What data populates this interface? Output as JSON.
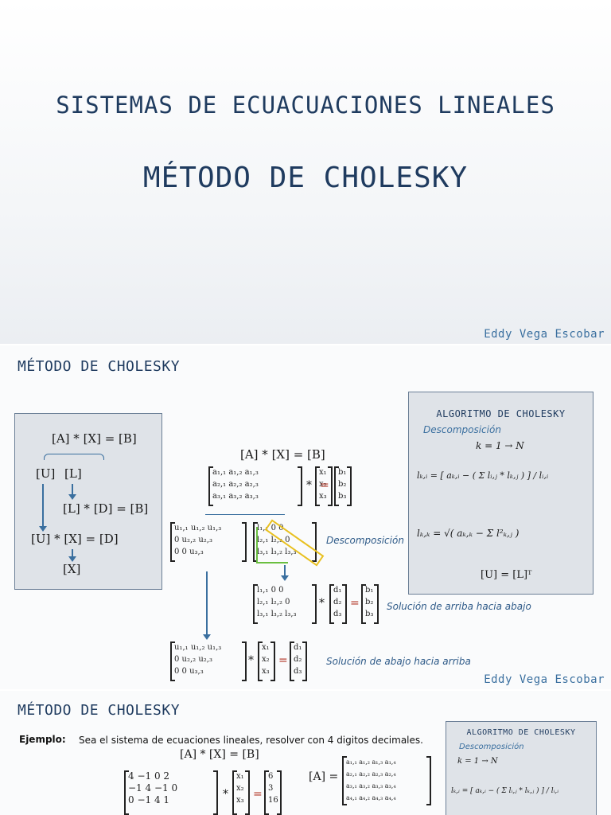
{
  "slide1": {
    "title": "SISTEMAS DE ECUACUACIONES LINEALES",
    "subtitle": "MÉTODO DE CHOLESKY",
    "author": "Eddy Vega Escobar"
  },
  "slide2": {
    "title": "MÉTODO DE CHOLESKY",
    "author": "Eddy Vega Escobar",
    "flow": {
      "eq1": "[A] * [X] = [B]",
      "u": "[U]",
      "l": "[L]",
      "eq2": "[L] * [D] = [B]",
      "eq3": "[U] * [X] = [D]",
      "x": "[X]"
    },
    "center": {
      "eq": "[A] * [X] = [B]",
      "matA": [
        "a₁,₁ a₁,₂ a₁,₃",
        "a₂,₁ a₂,₂ a₂,₃",
        "a₃,₁ a₃,₂ a₃,₃"
      ],
      "vecX": [
        "x₁",
        "x₂",
        "x₃"
      ],
      "vecB": [
        "b₁",
        "b₂",
        "b₃"
      ],
      "matU": [
        "u₁,₁ u₁,₂ u₁,₃",
        "0 u₂,₂ u₂,₃",
        "0 0 u₃,₃"
      ],
      "matL": [
        "l₁,₁ 0 0",
        "l₂,₁ l₂,₂ 0",
        "l₃,₁ l₃,₂ l₃,₃"
      ],
      "vecD": [
        "d₁",
        "d₂",
        "d₃"
      ],
      "equal_sign": "=",
      "label_decomp": "Descomposición",
      "label_forward": "Solución de arriba hacia abajo",
      "label_backward": "Solución de abajo hacia arriba"
    },
    "algo": {
      "title": "ALGORITMO DE CHOLESKY",
      "sub": "Descomposición",
      "k_range": "k = 1 → N",
      "formula1": "lₖ,ᵢ = [ aₖ,ᵢ − ( Σ lᵢ,ⱼ * lₖ,ⱼ ) ] / lᵢ,ᵢ",
      "formula2": "lₖ,ₖ = √( aₖ,ₖ − Σ l²ₖ,ⱼ )",
      "transpose": "[U] = [L]ᵀ"
    }
  },
  "slide3": {
    "title": "MÉTODO DE CHOLESKY",
    "example_label": "Ejemplo:",
    "example_text": "Sea el sistema de ecuaciones lineales, resolver con 4 digitos decimales.",
    "eq": "[A] * [X] = [B]",
    "matA": [
      "4 −1 0 2",
      "−1 4 −1 0",
      "0 −1 4 1"
    ],
    "vecX": [
      "x₁",
      "x₂",
      "x₃"
    ],
    "vecB": [
      "6",
      "3",
      "16"
    ],
    "a_eq": "[A] =",
    "matAgen": [
      "a₁,₁ a₁,₂ a₁,₃ a₁,₄",
      "a₂,₁ a₂,₂ a₂,₃ a₂,₄",
      "a₃,₁ a₃,₂ a₃,₃ a₃,₄",
      "a₄,₁ a₄,₂ a₄,₃ a₄,₄"
    ],
    "algo": {
      "title": "ALGORITMO DE CHOLESKY",
      "sub": "Descomposición",
      "k_range": "k = 1 → N",
      "formula1": "lₖ,ᵢ = [ aₖ,ᵢ − ( Σ lᵢ,ⱼ * lₖ,ⱼ ) ] / lᵢ,ᵢ"
    }
  }
}
